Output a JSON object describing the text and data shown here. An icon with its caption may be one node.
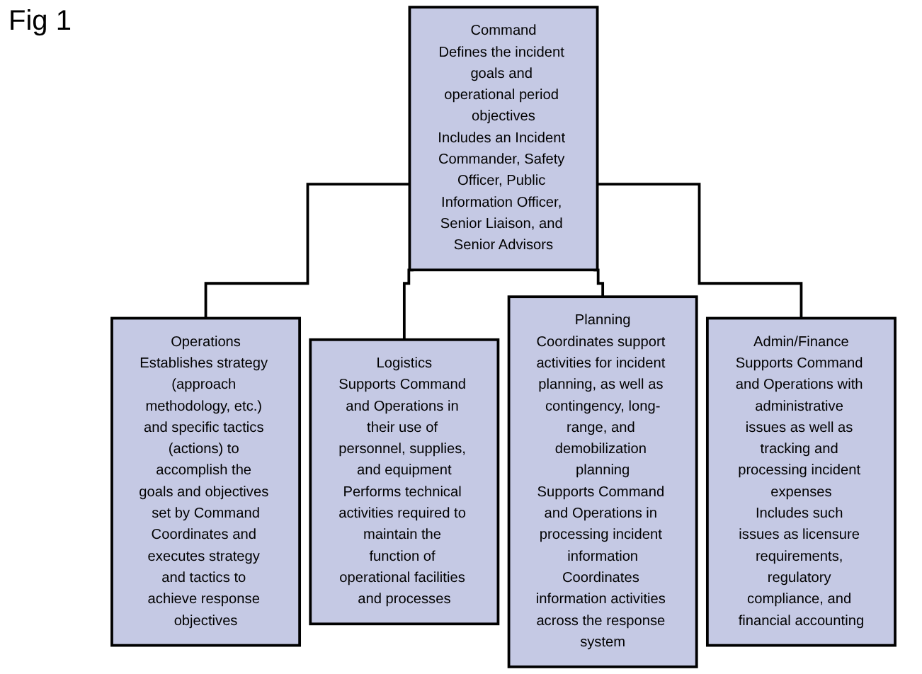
{
  "diagram": {
    "title": "Fig 1",
    "nodes": [
      {
        "text": [
          "Command",
          "Defines the incident goals and operational period objectives",
          "Includes an Incident Commander, Safety Officer, Public Information Officer, Senior Liaison, and Senior Advisors"
        ]
      },
      {
        "text": [
          "Operations",
          "Establishes strategy (approach methodology, etc.) and specific tactics (actions) to accomplish the goals and objectives set by Command",
          "Coordinates and executes strategy and tactics to achieve response objectives"
        ]
      },
      {
        "text": [
          "Logistics",
          "Supports Command and Operations in their use of personnel, supplies, and equipment",
          "Performs technical activities required to maintain the function of operational facilities and processes"
        ]
      },
      {
        "text": [
          "Planning",
          "Coordinates support activities for incident planning, as well as contingency, long-range, and demobilization planning",
          "Supports Command and Operations in processing incident information",
          "Coordinates information activities across the response system"
        ]
      },
      {
        "text": [
          "Admin/Finance",
          "Supports Command and Operations with administrative issues as well as tracking and processing incident expenses",
          "Includes such issues as licensure requirements, regulatory compliance, and financial accounting"
        ]
      }
    ],
    "edges": [
      {
        "from": 0,
        "to": 1,
        "arrow": "none"
      },
      {
        "from": 0,
        "to": 2,
        "arrow": "none"
      },
      {
        "from": 0,
        "to": 3,
        "arrow": "none"
      },
      {
        "from": 0,
        "to": 4,
        "arrow": "none"
      }
    ]
  }
}
